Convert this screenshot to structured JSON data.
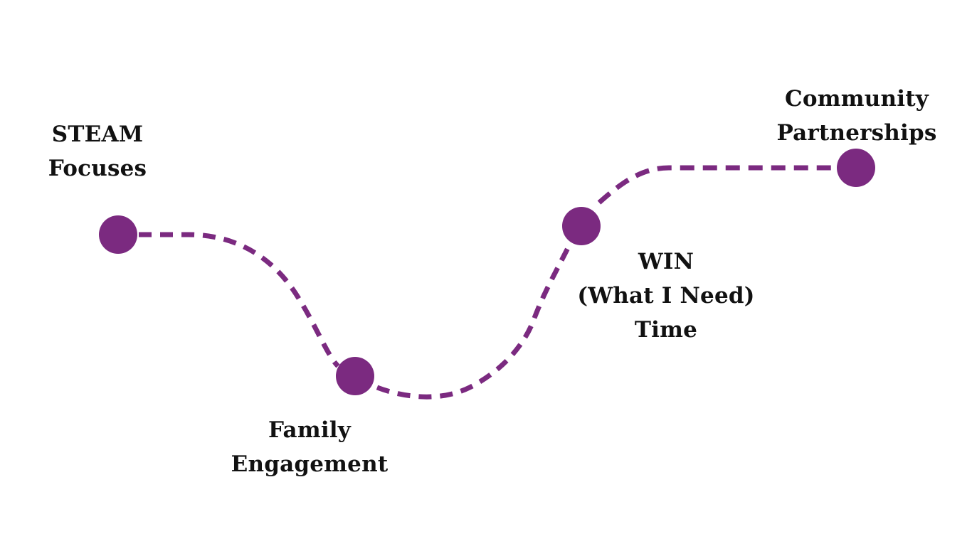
{
  "colors": {
    "accent": "#7b2a80",
    "background": "#ffffff",
    "text": "#111111"
  },
  "milestones": [
    {
      "lines": [
        "STEAM",
        "Focuses"
      ]
    },
    {
      "lines": [
        "Family",
        "Engagement"
      ]
    },
    {
      "lines": [
        "WIN",
        "(What I Need)",
        "Time"
      ]
    },
    {
      "lines": [
        "Community",
        "Partnerships"
      ]
    }
  ]
}
